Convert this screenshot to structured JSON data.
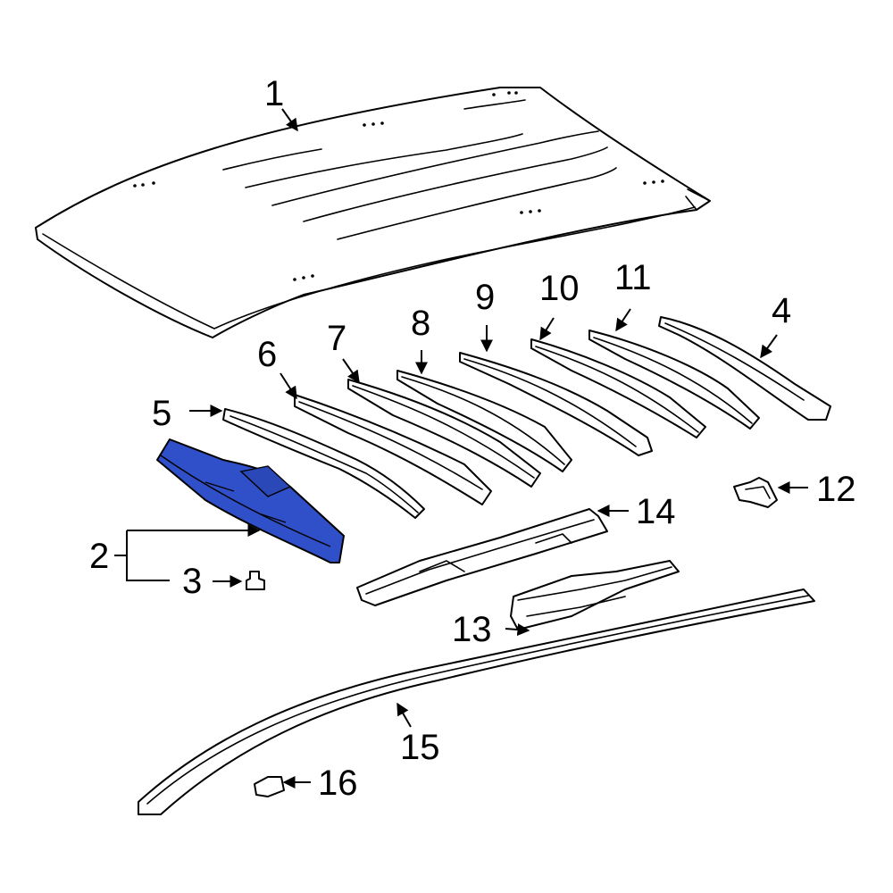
{
  "diagram": {
    "highlight_color": "#2f50c8",
    "outline_color": "#000000",
    "background_color": "#ffffff",
    "highlighted_part": "2",
    "callouts": [
      {
        "key": "c1",
        "label": "1"
      },
      {
        "key": "c2",
        "label": "2"
      },
      {
        "key": "c3",
        "label": "3"
      },
      {
        "key": "c4",
        "label": "4"
      },
      {
        "key": "c5",
        "label": "5"
      },
      {
        "key": "c6",
        "label": "6"
      },
      {
        "key": "c7",
        "label": "7"
      },
      {
        "key": "c8",
        "label": "8"
      },
      {
        "key": "c9",
        "label": "9"
      },
      {
        "key": "c10",
        "label": "10"
      },
      {
        "key": "c11",
        "label": "11"
      },
      {
        "key": "c12",
        "label": "12"
      },
      {
        "key": "c13",
        "label": "13"
      },
      {
        "key": "c14",
        "label": "14"
      },
      {
        "key": "c15",
        "label": "15"
      },
      {
        "key": "c16",
        "label": "16"
      }
    ]
  }
}
